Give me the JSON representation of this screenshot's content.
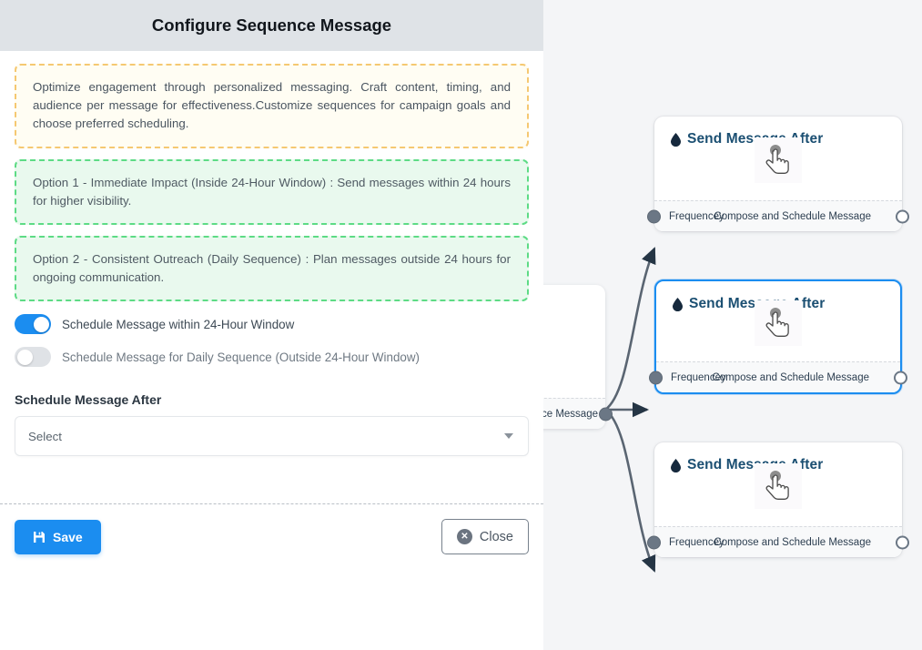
{
  "modal": {
    "title": "Configure Sequence Message",
    "notes": [
      {
        "variant": "amber",
        "text": "Optimize engagement through personalized messaging. Craft content, timing, and audience per message for effectiveness.Customize sequences for campaign goals and choose preferred scheduling."
      },
      {
        "variant": "green",
        "text": "Option 1 - Immediate Impact (Inside 24-Hour Window) : Send messages within 24 hours for higher visibility."
      },
      {
        "variant": "green",
        "text": "Option 2 - Consistent Outreach (Daily Sequence) : Plan messages outside 24 hours for ongoing communication."
      }
    ],
    "toggles": [
      {
        "label": "Schedule Message within 24-Hour Window",
        "state": "on"
      },
      {
        "label": "Schedule Message for Daily Sequence (Outside 24-Hour Window)",
        "state": "off"
      }
    ],
    "field": {
      "label": "Schedule Message After",
      "value": "Select",
      "placeholder": "Select"
    },
    "footer": {
      "save_label": "Save",
      "save_icon": "floppy-disk-icon",
      "close_label": "Close",
      "close_icon": "circle-x-icon",
      "close_glyph": "✕",
      "accent_color": "#1b8df0"
    }
  },
  "canvas": {
    "background": "#f4f5f7",
    "source_node": {
      "footer_label_truncated": "ce Message"
    },
    "nodes": [
      {
        "title": "Send Message After",
        "title_icon": "droplet-icon",
        "body_icon": "pointing-hand-icon",
        "footer_left": "Frequencey",
        "footer_right": "Compose and Schedule Message",
        "selected": false
      },
      {
        "title": "Send Message After",
        "title_icon": "droplet-icon",
        "body_icon": "pointing-hand-icon",
        "footer_left": "Frequencey",
        "footer_right": "Compose and Schedule Message",
        "selected": true
      },
      {
        "title": "Send Message After",
        "title_icon": "droplet-icon",
        "body_icon": "pointing-hand-icon",
        "footer_left": "Frequencey",
        "footer_right": "Compose and Schedule Message",
        "selected": false
      }
    ],
    "selected_border_color": "#1b8df0",
    "edge_color": "#5a6572"
  }
}
